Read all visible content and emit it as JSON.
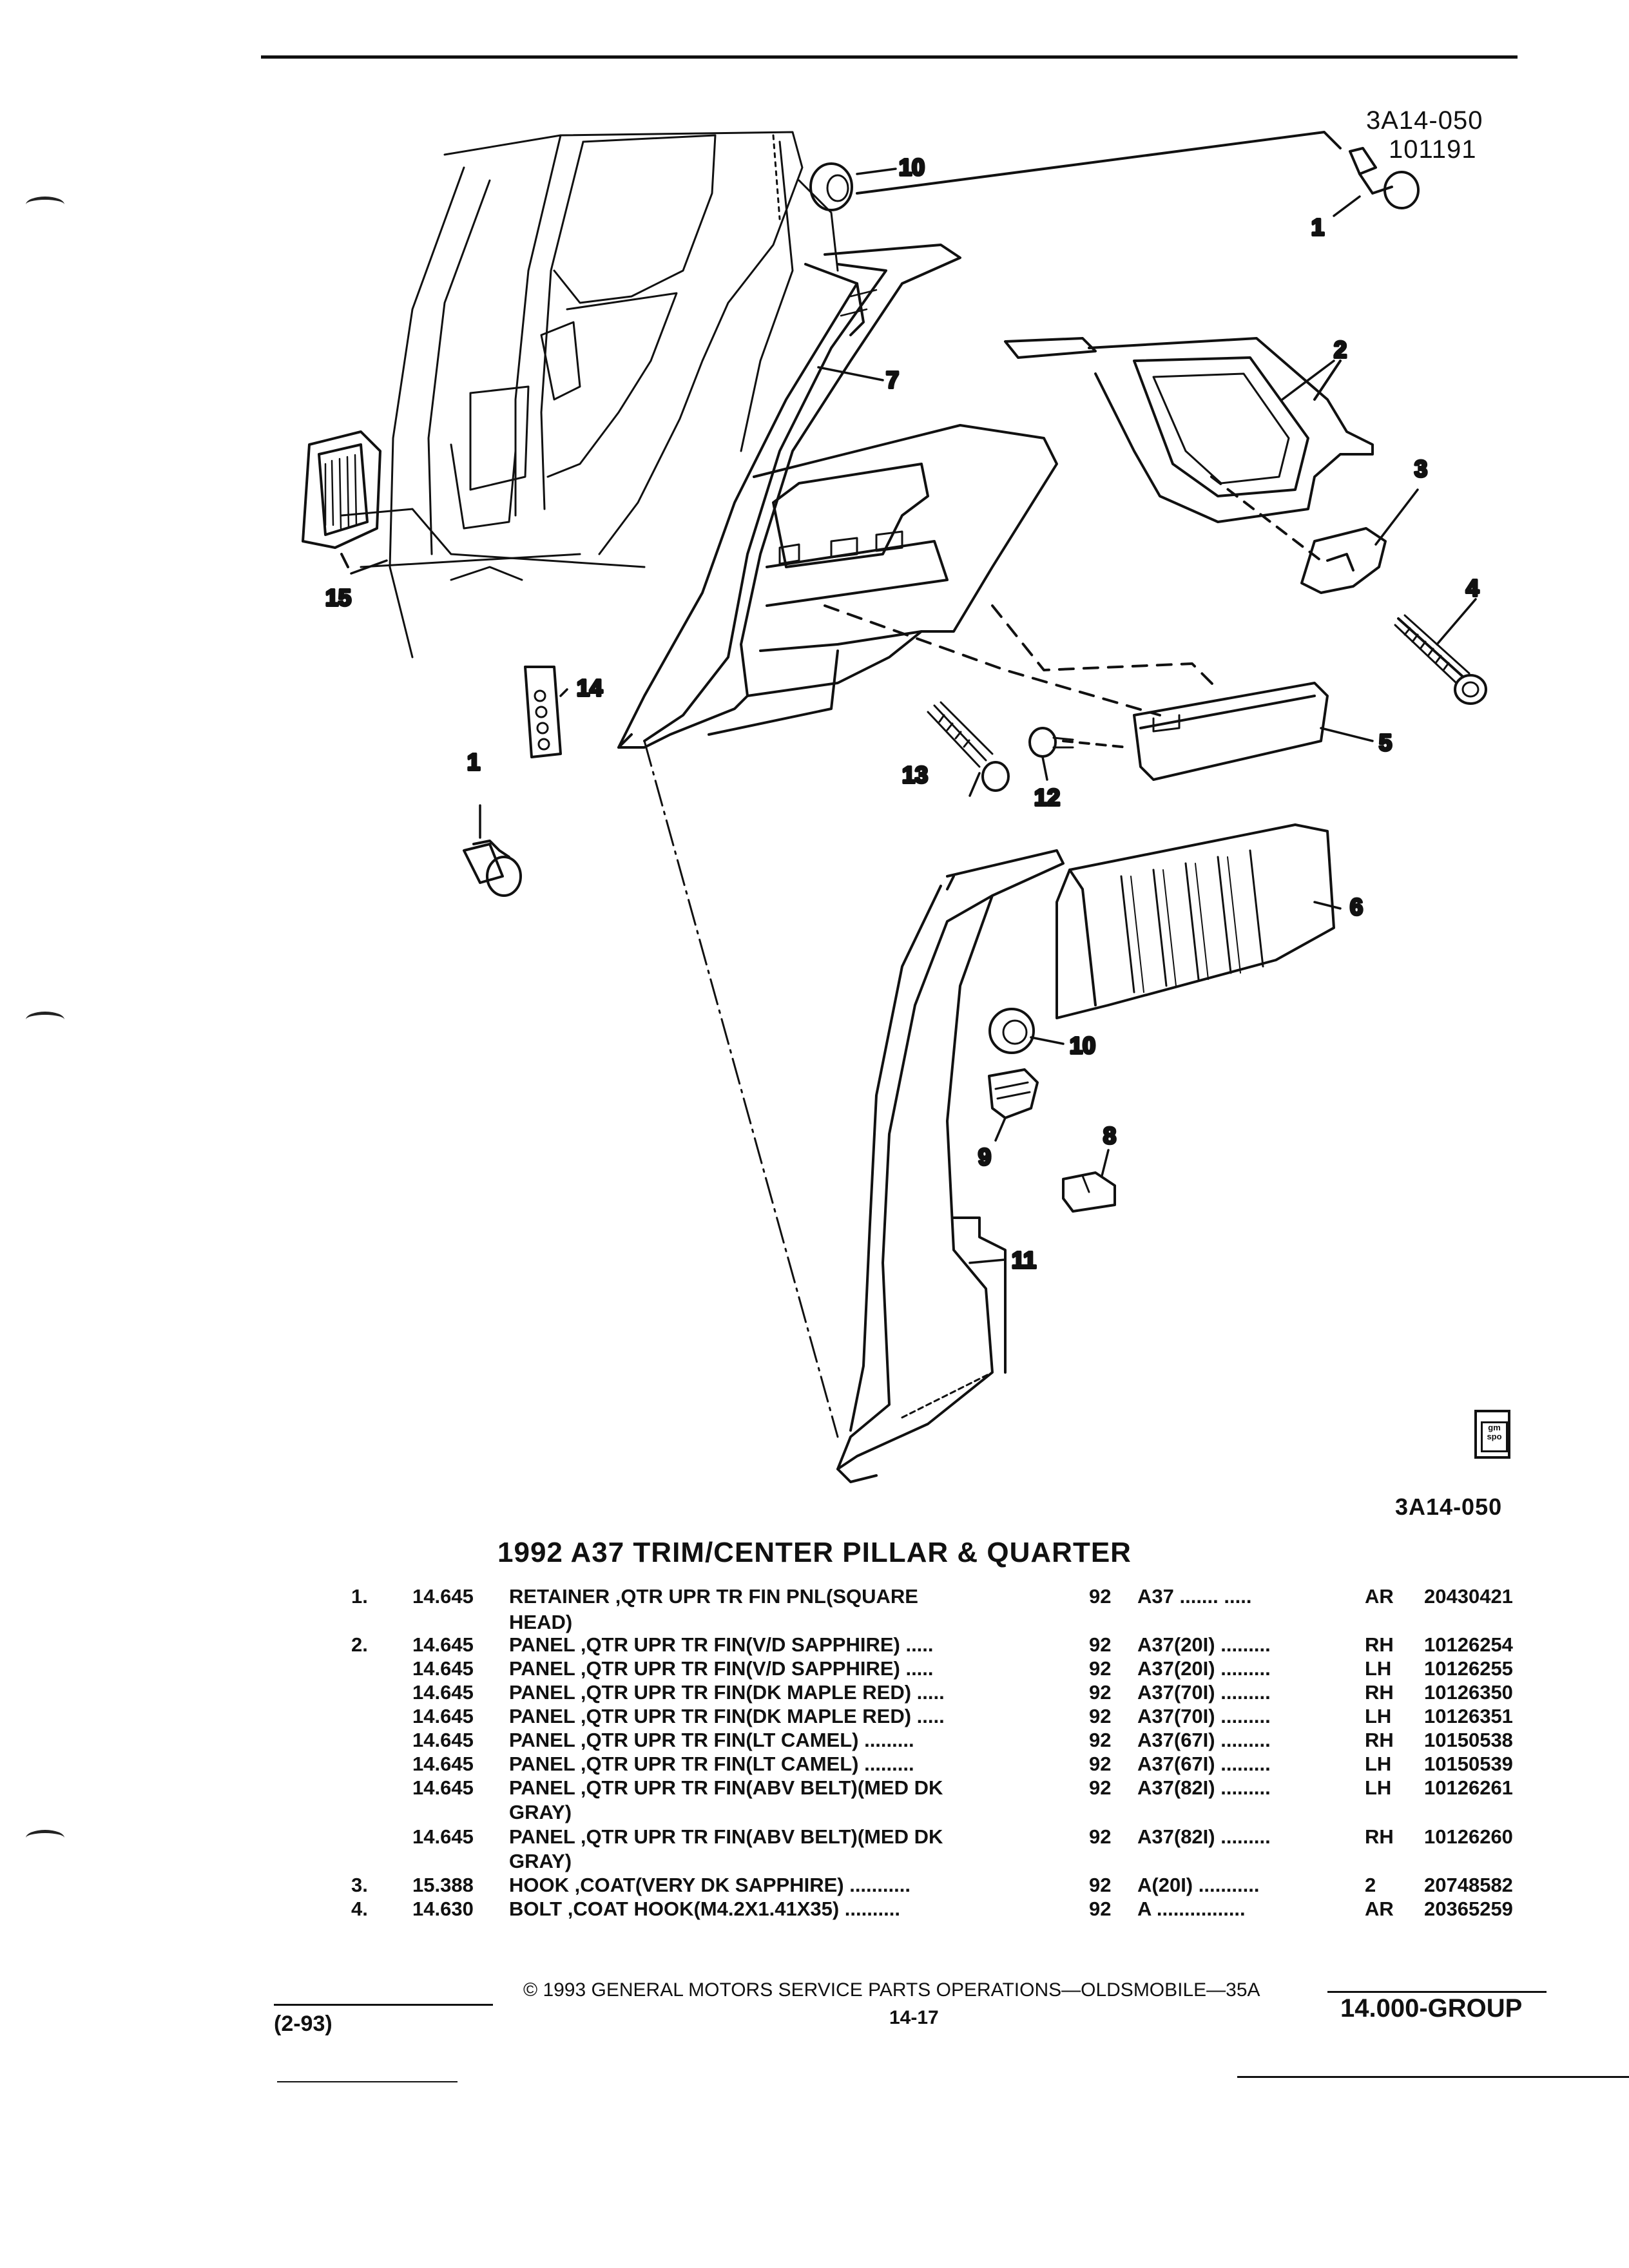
{
  "figure": {
    "code_top": "3A14-050",
    "date_code": "101191",
    "code_bottom": "3A14-050",
    "callouts": [
      "1",
      "2",
      "3",
      "4",
      "5",
      "6",
      "7",
      "8",
      "9",
      "10",
      "11",
      "12",
      "13",
      "14",
      "15",
      "1",
      "10"
    ],
    "logo_text": "gm spo"
  },
  "title": "1992 A37 TRIM/CENTER PILLAR & QUARTER",
  "parts": [
    {
      "num": "1.",
      "group": "14.645",
      "name": "RETAINER",
      "desc": ",QTR UPR TR FIN PNL(SQUARE",
      "desc_cont": "HEAD)",
      "year": "92",
      "code": "A37 ....... .....",
      "qty": "AR",
      "part": "20430421"
    },
    {
      "num": "2.",
      "group": "14.645",
      "name": "PANEL",
      "desc": ",QTR UPR TR FIN(V/D SAPPHIRE) .....",
      "desc_cont": "",
      "year": "92",
      "code": "A37(20I) .........",
      "qty": "RH",
      "part": "10126254"
    },
    {
      "num": "",
      "group": "14.645",
      "name": "PANEL",
      "desc": ",QTR UPR TR FIN(V/D SAPPHIRE) .....",
      "desc_cont": "",
      "year": "92",
      "code": "A37(20I) .........",
      "qty": "LH",
      "part": "10126255"
    },
    {
      "num": "",
      "group": "14.645",
      "name": "PANEL",
      "desc": ",QTR UPR TR FIN(DK MAPLE RED) .....",
      "desc_cont": "",
      "year": "92",
      "code": "A37(70I) .........",
      "qty": "RH",
      "part": "10126350"
    },
    {
      "num": "",
      "group": "14.645",
      "name": "PANEL",
      "desc": ",QTR UPR TR FIN(DK MAPLE RED) .....",
      "desc_cont": "",
      "year": "92",
      "code": "A37(70I) .........",
      "qty": "LH",
      "part": "10126351"
    },
    {
      "num": "",
      "group": "14.645",
      "name": "PANEL",
      "desc": ",QTR UPR TR FIN(LT CAMEL) .........",
      "desc_cont": "",
      "year": "92",
      "code": "A37(67I) .........",
      "qty": "RH",
      "part": "10150538"
    },
    {
      "num": "",
      "group": "14.645",
      "name": "PANEL",
      "desc": ",QTR UPR TR FIN(LT CAMEL) .........",
      "desc_cont": "",
      "year": "92",
      "code": "A37(67I) .........",
      "qty": "LH",
      "part": "10150539"
    },
    {
      "num": "",
      "group": "14.645",
      "name": "PANEL",
      "desc": ",QTR UPR TR FIN(ABV BELT)(MED DK",
      "desc_cont": "GRAY)",
      "year": "92",
      "code": "A37(82I) .........",
      "qty": "LH",
      "part": "10126261"
    },
    {
      "num": "",
      "group": "14.645",
      "name": "PANEL",
      "desc": ",QTR UPR TR FIN(ABV BELT)(MED DK",
      "desc_cont": "GRAY)",
      "year": "92",
      "code": "A37(82I) .........",
      "qty": "RH",
      "part": "10126260"
    },
    {
      "num": "3.",
      "group": "15.388",
      "name": "HOOK",
      "desc": ",COAT(VERY DK SAPPHIRE) ...........",
      "desc_cont": "",
      "year": "92",
      "code": "A(20I) ...........",
      "qty": "2",
      "part": "20748582"
    },
    {
      "num": "4.",
      "group": "14.630",
      "name": "BOLT",
      "desc": ",COAT HOOK(M4.2X1.41X35) ..........",
      "desc_cont": "",
      "year": "92",
      "code": "A ................",
      "qty": "AR",
      "part": "20365259"
    }
  ],
  "footer": {
    "copyright": "© 1993 GENERAL MOTORS SERVICE PARTS OPERATIONS—OLDSMOBILE—35A",
    "page": "14-17",
    "revision": "(2-93)",
    "group": "14.000-GROUP"
  }
}
